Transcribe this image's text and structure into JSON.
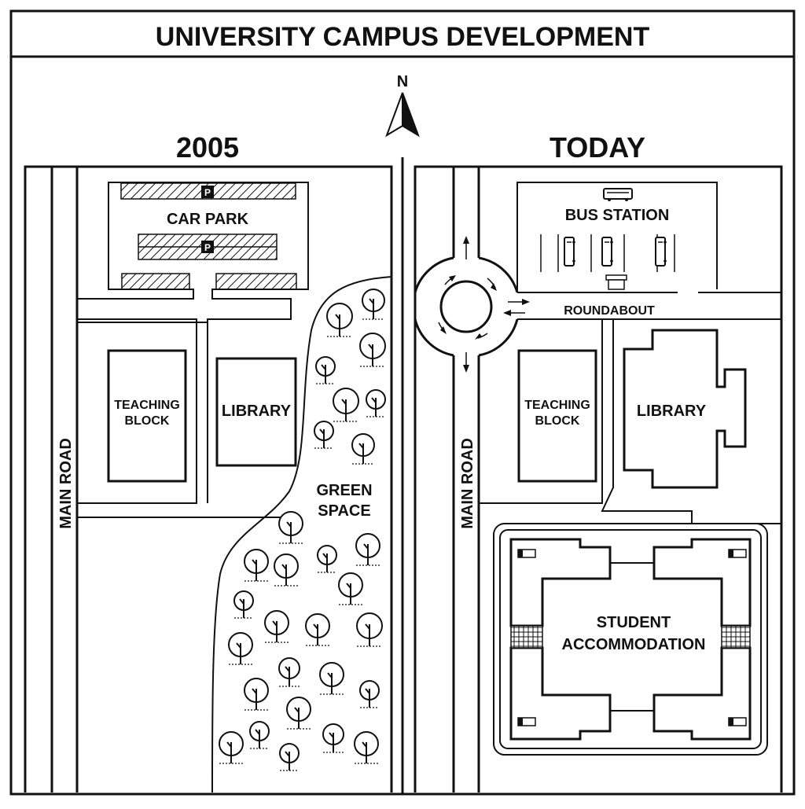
{
  "title": "UNIVERSITY CAMPUS DEVELOPMENT",
  "compass": {
    "label": "N"
  },
  "panels": {
    "before": {
      "year": "2005",
      "main_road": "MAIN ROAD",
      "car_park": "CAR PARK",
      "parking_sign": "P",
      "teaching_block": [
        "TEACHING",
        "BLOCK"
      ],
      "library": "LIBRARY",
      "green_space": [
        "GREEN",
        "SPACE"
      ]
    },
    "after": {
      "year": "TODAY",
      "main_road": "MAIN ROAD",
      "bus_station": "BUS STATION",
      "roundabout": "ROUNDABOUT",
      "teaching_block": [
        "TEACHING",
        "BLOCK"
      ],
      "library": "LIBRARY",
      "student_accommodation": [
        "STUDENT",
        "ACCOMMODATION"
      ]
    }
  },
  "icons": [
    "north-arrow-icon",
    "parking-icon",
    "bus-icon",
    "bus-shelter-icon",
    "tree-icon",
    "bed-icon",
    "traffic-arrow-icon"
  ]
}
